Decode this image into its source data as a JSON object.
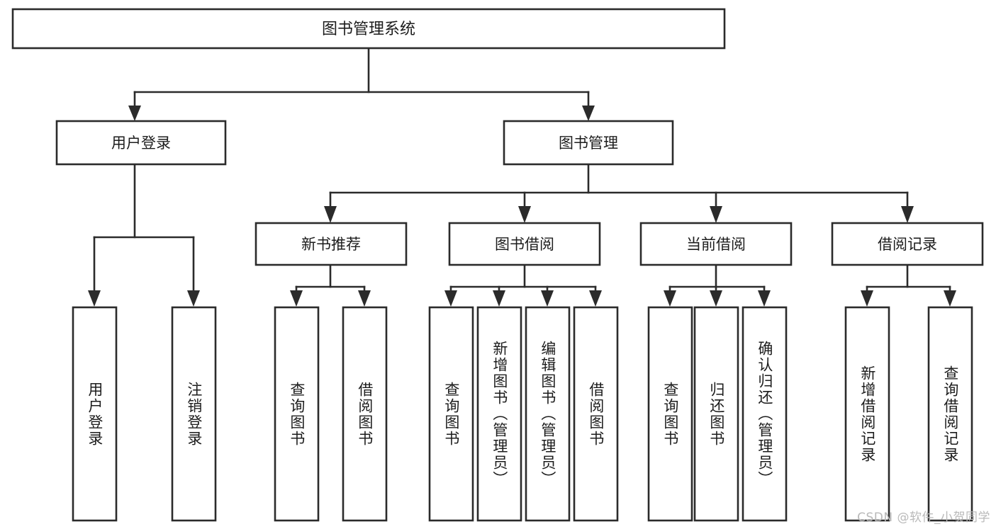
{
  "diagram": {
    "title": "图书管理系统",
    "type": "tree",
    "root": {
      "id": "root",
      "label": "图书管理系统",
      "orientation": "horizontal"
    },
    "level2": [
      {
        "id": "user-login",
        "label": "用户登录",
        "orientation": "horizontal"
      },
      {
        "id": "book-manage",
        "label": "图书管理",
        "orientation": "horizontal"
      }
    ],
    "level3": [
      {
        "id": "new-book-recommend",
        "label": "新书推荐",
        "orientation": "horizontal",
        "parent": "book-manage"
      },
      {
        "id": "book-borrow",
        "label": "图书借阅",
        "orientation": "horizontal",
        "parent": "book-manage"
      },
      {
        "id": "current-borrow",
        "label": "当前借阅",
        "orientation": "horizontal",
        "parent": "book-manage"
      },
      {
        "id": "borrow-record",
        "label": "借阅记录",
        "orientation": "horizontal",
        "parent": "book-manage"
      }
    ],
    "leaves": [
      {
        "id": "leaf-user-login",
        "label": "用户登录",
        "orientation": "vertical",
        "parent": "user-login"
      },
      {
        "id": "leaf-user-logout",
        "label": "注销登录",
        "orientation": "vertical",
        "parent": "user-login"
      },
      {
        "id": "leaf-query-book-1",
        "label": "查询图书",
        "orientation": "vertical",
        "parent": "new-book-recommend"
      },
      {
        "id": "leaf-borrow-book-1",
        "label": "借阅图书",
        "orientation": "vertical",
        "parent": "new-book-recommend"
      },
      {
        "id": "leaf-query-book-2",
        "label": "查询图书",
        "orientation": "vertical",
        "parent": "book-borrow"
      },
      {
        "id": "leaf-add-book",
        "label": "新增图书（管理员）",
        "orientation": "vertical",
        "parent": "book-borrow"
      },
      {
        "id": "leaf-edit-book",
        "label": "编辑图书（管理员）",
        "orientation": "vertical",
        "parent": "book-borrow"
      },
      {
        "id": "leaf-borrow-book-2",
        "label": "借阅图书",
        "orientation": "vertical",
        "parent": "book-borrow"
      },
      {
        "id": "leaf-query-book-3",
        "label": "查询图书",
        "orientation": "vertical",
        "parent": "current-borrow"
      },
      {
        "id": "leaf-return-book",
        "label": "归还图书",
        "orientation": "vertical",
        "parent": "current-borrow"
      },
      {
        "id": "leaf-confirm-return",
        "label": "确认归还（管理员）",
        "orientation": "vertical",
        "parent": "current-borrow"
      },
      {
        "id": "leaf-add-record",
        "label": "新增借阅记录",
        "orientation": "vertical",
        "parent": "borrow-record"
      },
      {
        "id": "leaf-query-record",
        "label": "查询借阅记录",
        "orientation": "vertical",
        "parent": "borrow-record"
      }
    ],
    "colors": {
      "stroke": "#2b2b2b",
      "fill": "#ffffff",
      "text": "#1c1c1c",
      "watermark": "#b9b9b9"
    }
  },
  "watermark": {
    "text": "CSDN @软件_小贺同学"
  }
}
